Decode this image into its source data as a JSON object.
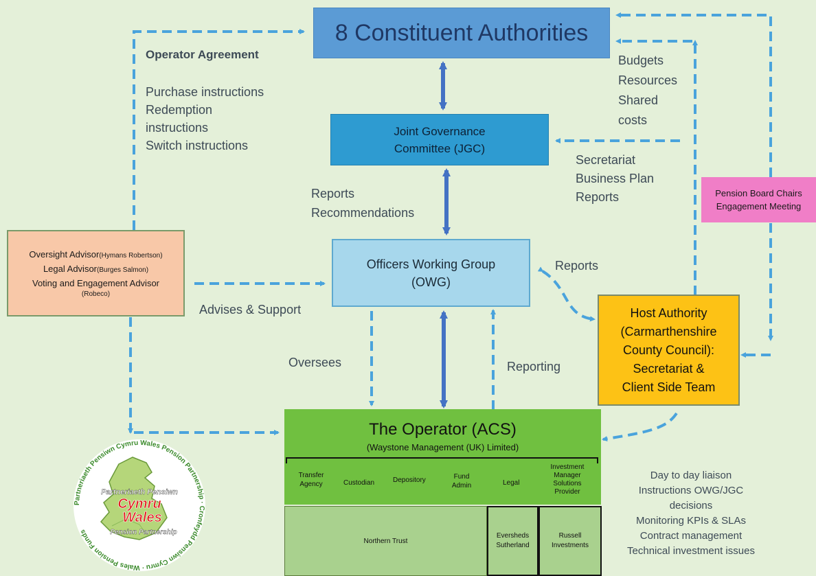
{
  "authorities": {
    "title": "8 Constituent Authorities"
  },
  "jgc": {
    "line1": "Joint Governance",
    "line2": "Committee (JGC)"
  },
  "owg": {
    "line1": "Officers Working Group",
    "line2": "(OWG)"
  },
  "advisors": {
    "l1_main": "Oversight Advisor",
    "l1_small": "(Hymans Robertson)",
    "l2_main": "Legal Advisor",
    "l2_small": "(Burges Salmon)",
    "l3_main": "Voting and Engagement Advisor",
    "l3_small": "(Robeco)"
  },
  "pbc": {
    "line1": "Pension Board Chairs",
    "line2": "Engagement Meeting"
  },
  "host": {
    "l1": "Host Authority",
    "l2": "(Carmarthenshire",
    "l3": "County Council):",
    "l4": "Secretariat &",
    "l5": "Client Side  Team"
  },
  "operator": {
    "title": "The Operator (ACS)",
    "subtitle": "(Waystone Management (UK) Limited)",
    "services": [
      "Transfer Agency",
      "Custodian",
      "Depository",
      "Fund Admin",
      "Legal",
      "Investment Manager Solutions Provider"
    ],
    "providers": [
      "Northern Trust",
      "Eversheds Sutherland",
      "Russell Investments"
    ]
  },
  "labels": {
    "operator_agreement": "Operator Agreement",
    "instructions": [
      "Purchase instructions",
      "Redemption",
      "instructions",
      "Switch instructions"
    ],
    "budgets": [
      "Budgets",
      "Resources",
      "Shared",
      "costs"
    ],
    "secretariat": [
      "Secretariat",
      "Business Plan",
      "Reports"
    ],
    "reports_recs": [
      "Reports",
      "Recommendations"
    ],
    "reports": "Reports",
    "advises": "Advises & Support",
    "oversees": "Oversees",
    "reporting": "Reporting",
    "liaison": [
      "Day to day liaison",
      "Instructions OWG/JGC",
      "decisions",
      "Monitoring KPIs & SLAs",
      "Contract management",
      "Technical investment issues"
    ]
  },
  "logo": {
    "ring_text": "Partneriaeth Pensiwn Cymru Wales Pension Partnership · Cronfeydd Pensiwn Cymru · Wales Pension Funds",
    "top_text": "Partneriaeth Pensiwn",
    "cymru": "Cymru",
    "wales": "Wales",
    "bottom_text": "Pension Partnership"
  },
  "colors": {
    "dashed": "#4aa3dc",
    "solid": "#4472c4",
    "authorities": "#5b9bd5",
    "jgc": "#2e9bd1",
    "owg": "#a7d7ec",
    "advisors": "#f8c8a8",
    "pbc": "#f07ec7",
    "host": "#fdc215",
    "operator": "#70c040"
  }
}
